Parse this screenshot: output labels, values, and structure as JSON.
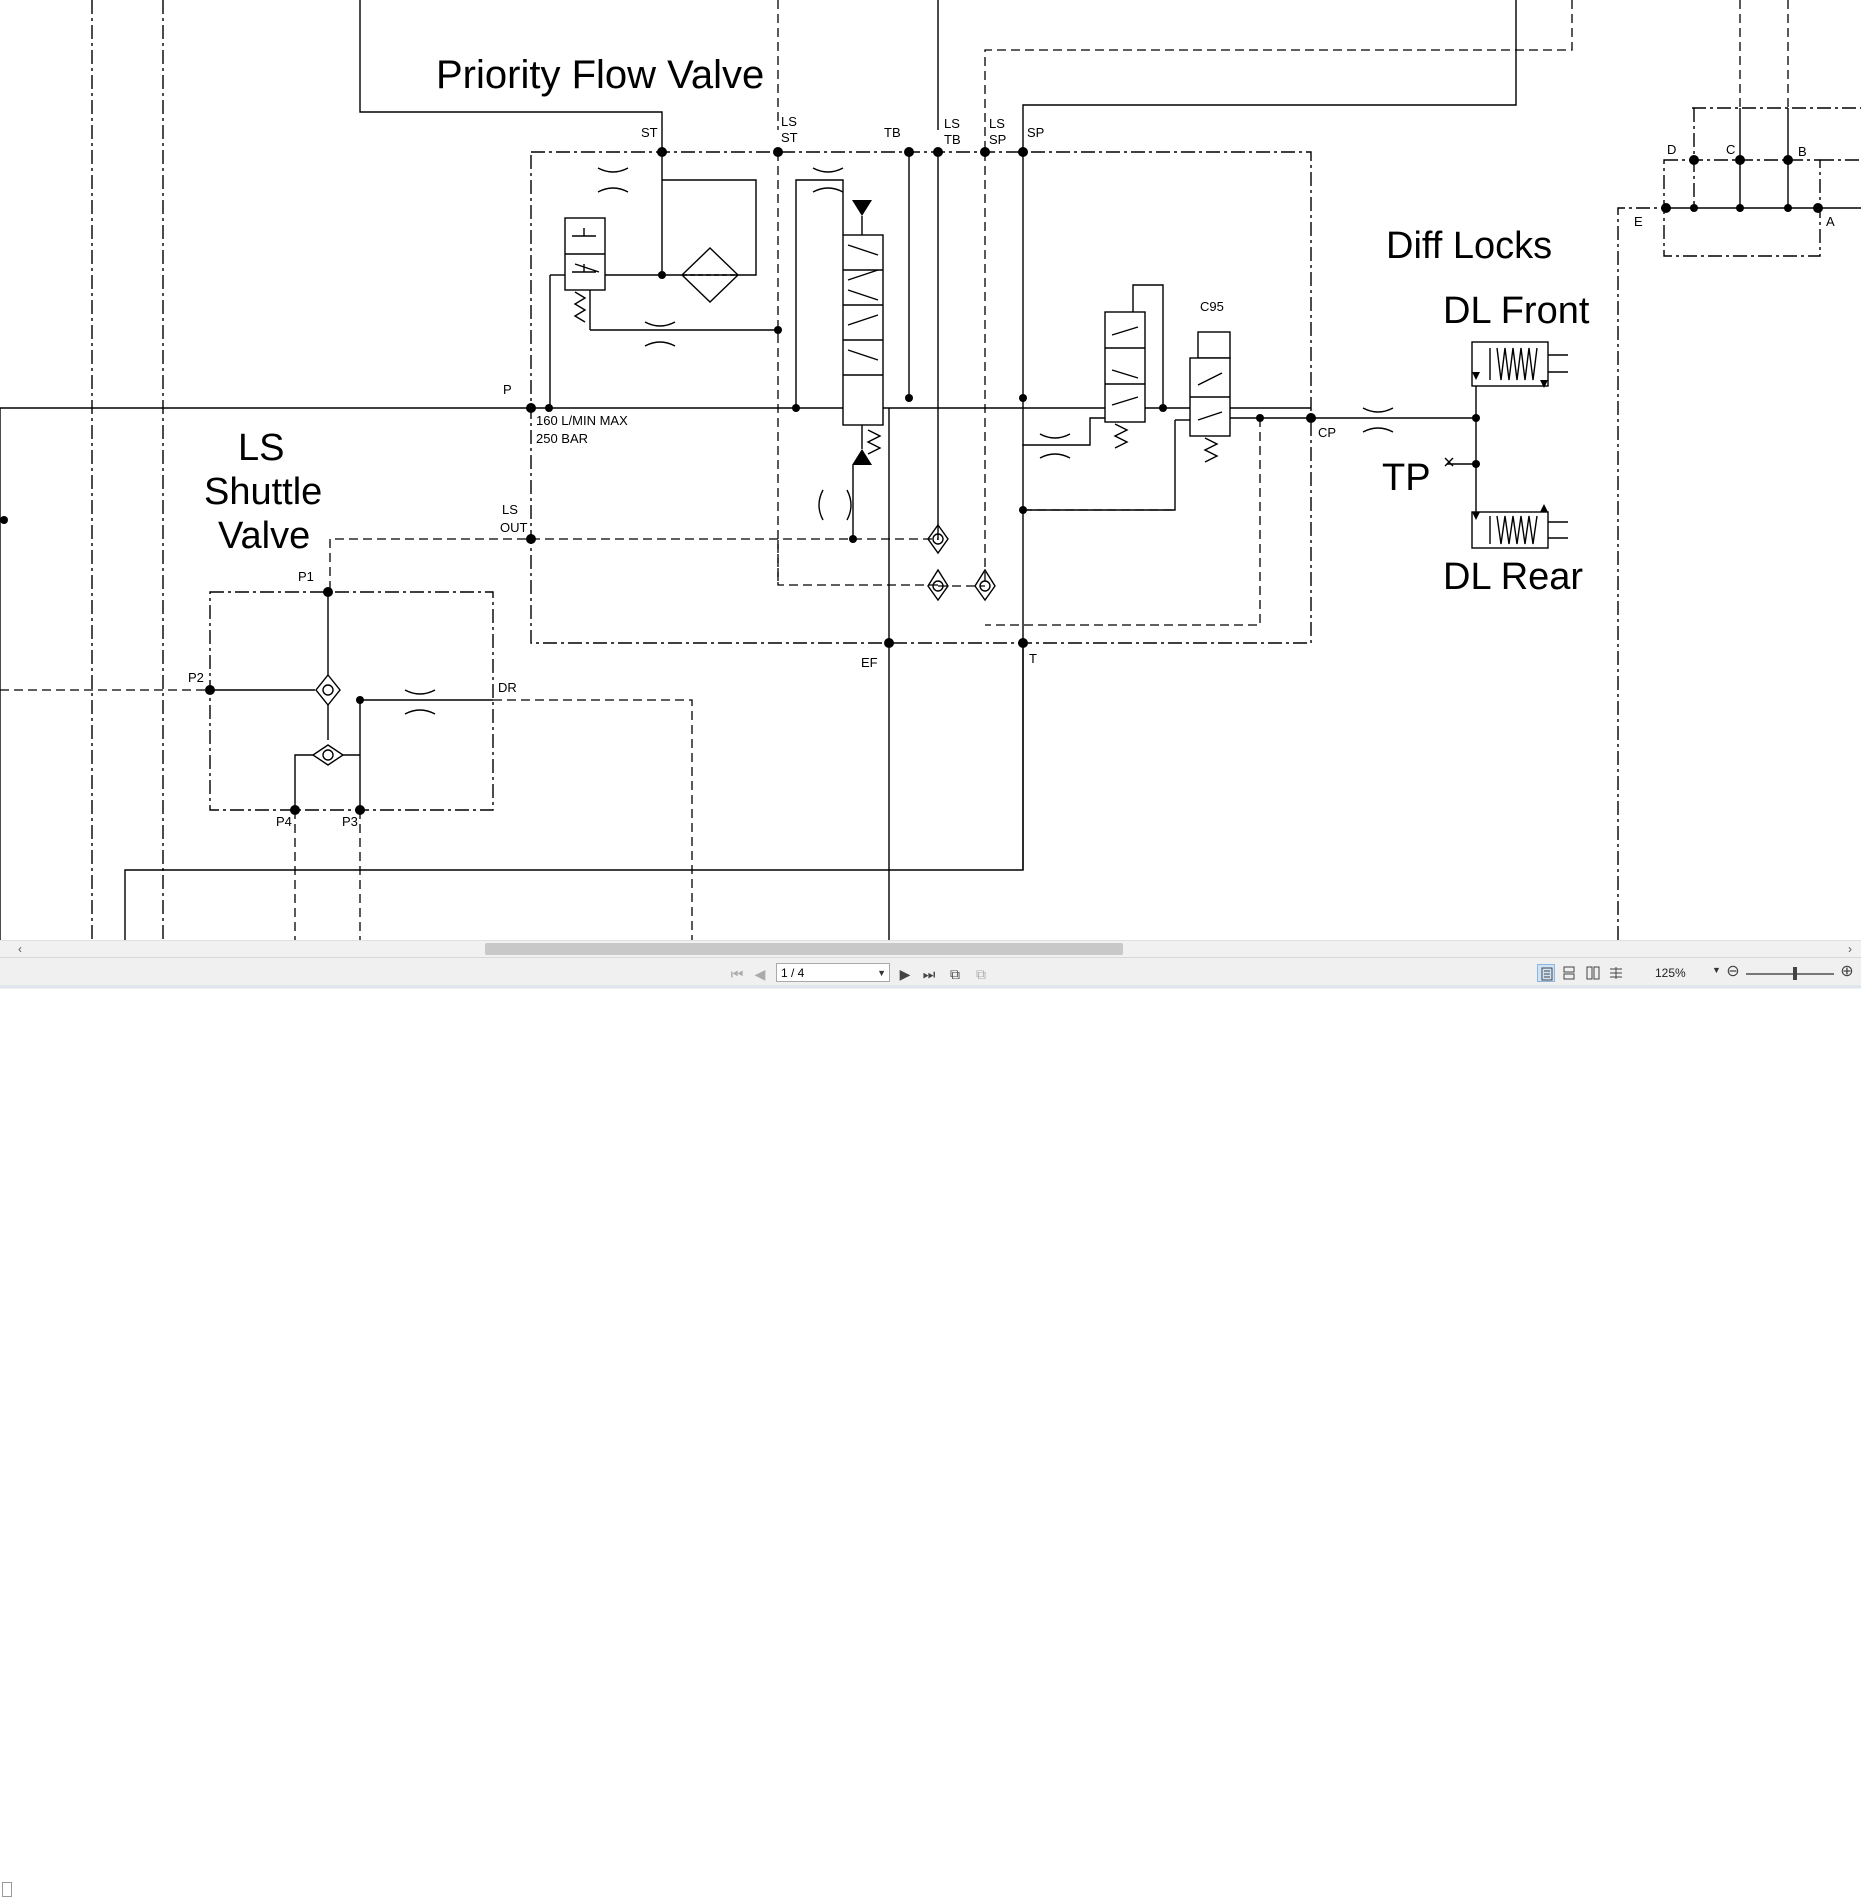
{
  "diagram": {
    "titles": {
      "priority_flow_valve": "Priority Flow Valve",
      "diff_locks": "Diff Locks",
      "dl_front": "DL Front",
      "dl_rear": "DL Rear",
      "tp": "TP",
      "ls_shuttle_line1": "LS",
      "ls_shuttle_line2": "Shuttle",
      "ls_shuttle_line3": "Valve"
    },
    "ports": {
      "st": "ST",
      "ls_st_1": "LS",
      "ls_st_2": "ST",
      "tb": "TB",
      "ls_tb_1": "LS",
      "ls_tb_2": "TB",
      "ls_sp_1": "LS",
      "ls_sp_2": "SP",
      "sp": "SP",
      "p": "P",
      "ls_out_1": "LS",
      "ls_out_2": "OUT",
      "ef": "EF",
      "t": "T",
      "cp": "CP",
      "c95": "C95",
      "p1": "P1",
      "p2": "P2",
      "p3": "P3",
      "p4": "P4",
      "dr": "DR",
      "a": "A",
      "b": "B",
      "c": "C",
      "d": "D",
      "e": "E"
    },
    "ratings": {
      "flow": "160 L/MIN MAX",
      "pressure": "250 BAR"
    }
  },
  "viewer": {
    "page_indicator": "1 / 4",
    "zoom": "125%",
    "icons": {
      "first": "first-page-icon",
      "prev": "previous-page-icon",
      "next": "next-page-icon",
      "last": "last-page-icon",
      "copy": "copy-page-icon",
      "link": "link-pages-icon"
    }
  }
}
